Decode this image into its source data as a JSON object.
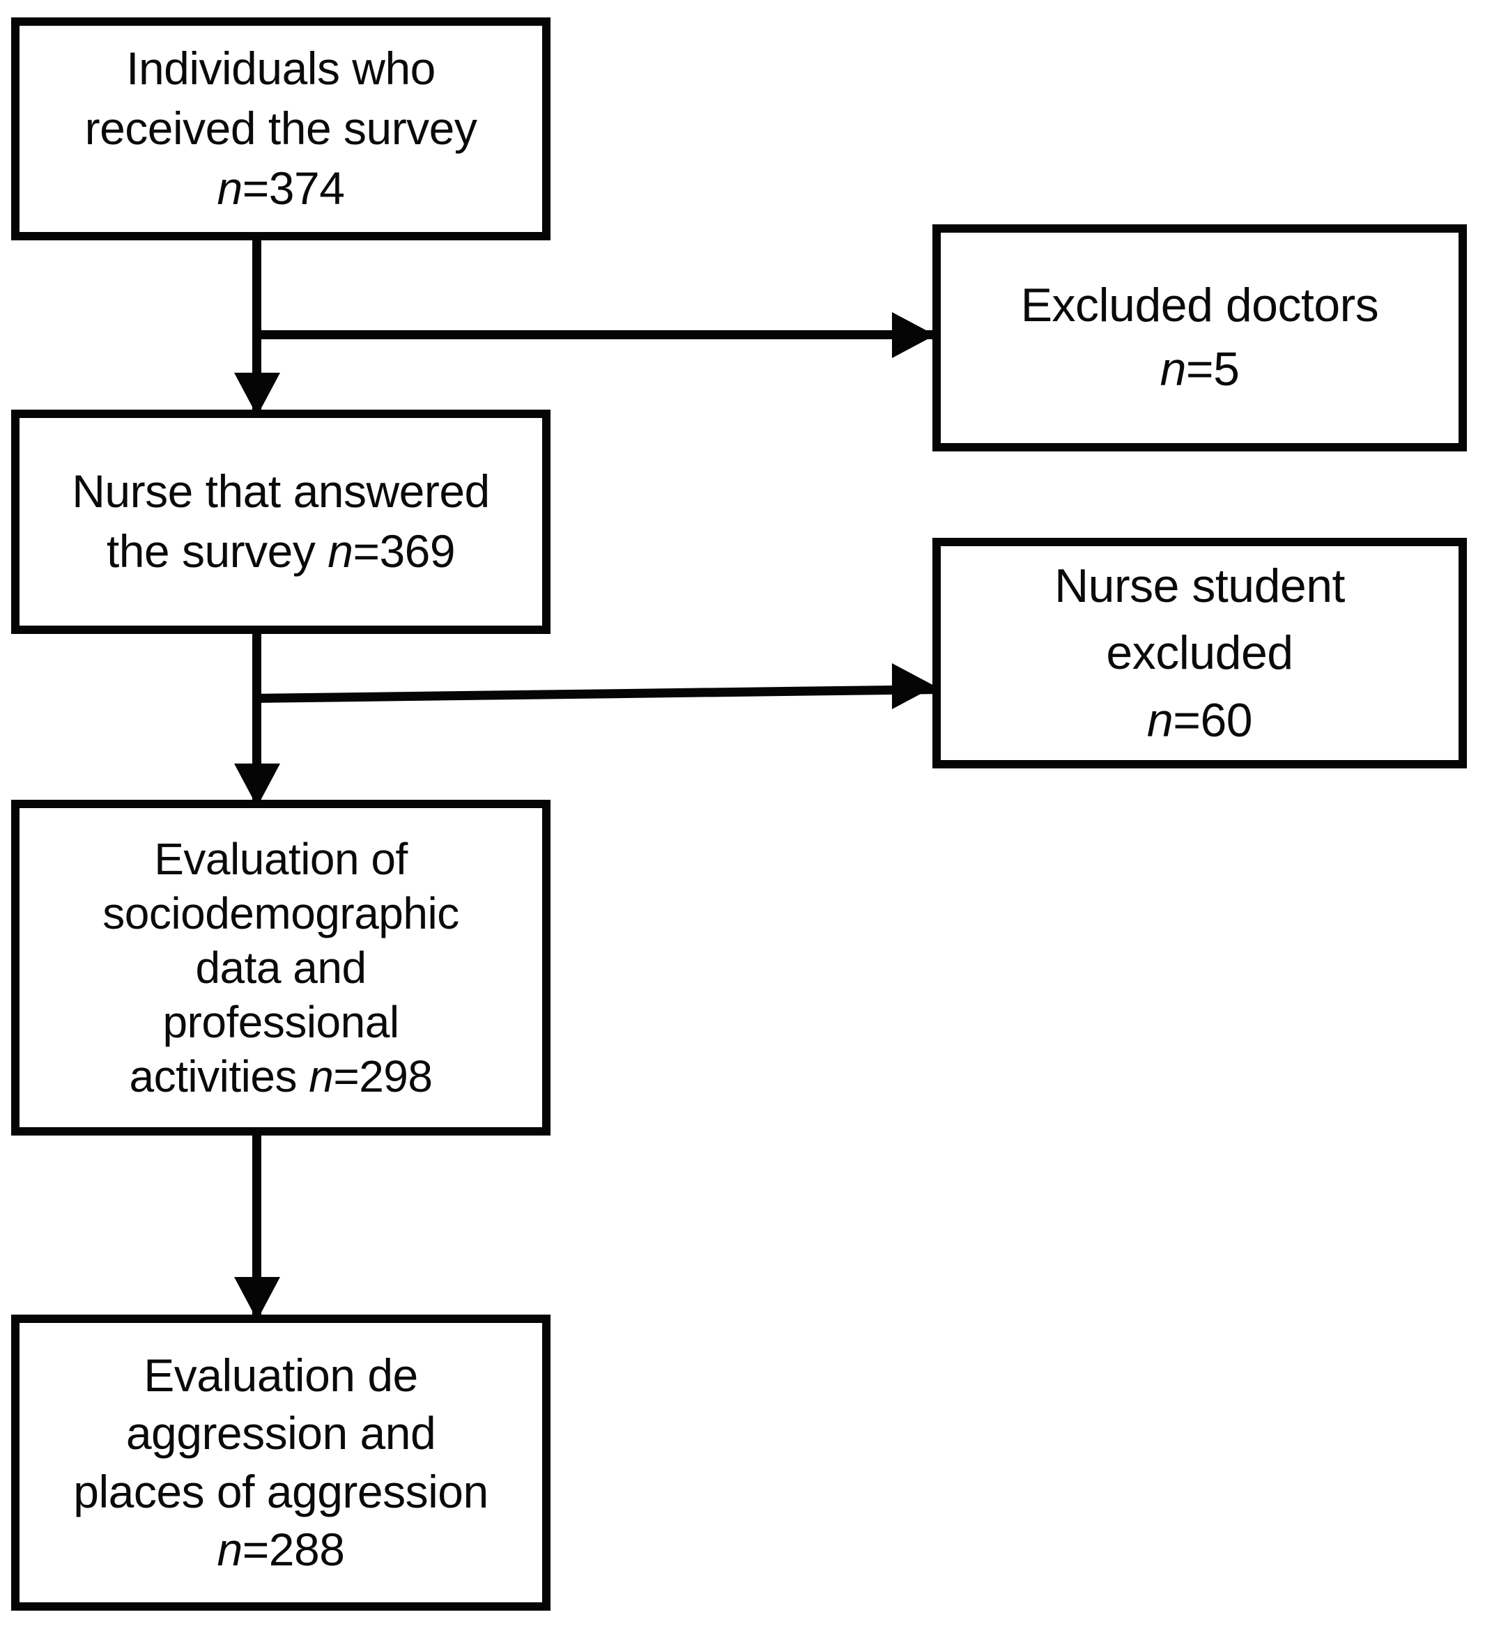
{
  "diagram": {
    "type": "flowchart",
    "title": "",
    "orientation": "top-to-bottom with side exclusions",
    "accent_color": "#050505",
    "background_color": "#ffffff"
  },
  "nodes": {
    "received": {
      "id": "received",
      "lines": [
        "Individuals who",
        "received the survey",
        "n=374"
      ],
      "line1": "Individuals who",
      "line2": "received the survey",
      "line3_label": "n",
      "line3_value": "=374",
      "count": 374,
      "column": "main"
    },
    "answered": {
      "id": "answered",
      "lines": [
        "Nurse that answered",
        "the survey n=369"
      ],
      "line1": "Nurse that answered",
      "line2a": "the survey ",
      "line2_label": "n",
      "line2_value": "=369",
      "count": 369,
      "column": "main"
    },
    "sociodemographic": {
      "id": "sociodemographic",
      "lines": [
        "Evaluation of",
        "sociodemographic",
        "data and",
        "professional",
        "activities n=298"
      ],
      "line1": "Evaluation of",
      "line2": "sociodemographic",
      "line3": "data and",
      "line4": "professional",
      "line5a": "activities ",
      "line5_label": "n",
      "line5_value": "=298",
      "count": 298,
      "column": "main"
    },
    "aggression": {
      "id": "aggression",
      "lines": [
        "Evaluation de",
        "aggression and",
        "places of aggression",
        "n=288"
      ],
      "line1": "Evaluation de",
      "line2": "aggression and",
      "line3": "places of aggression",
      "line4_label": "n",
      "line4_value": "=288",
      "count": 288,
      "column": "main"
    },
    "excluded_doctors": {
      "id": "excluded_doctors",
      "lines": [
        "Excluded doctors",
        "n=5"
      ],
      "line1": "Excluded doctors",
      "line2_label": "n",
      "line2_value": "=5",
      "count": 5,
      "column": "side"
    },
    "excluded_students": {
      "id": "excluded_students",
      "lines": [
        "Nurse student",
        "excluded",
        "n=60"
      ],
      "line1": "Nurse student",
      "line2": "excluded",
      "line3_label": "n",
      "line3_value": "=60",
      "count": 60,
      "column": "side"
    }
  },
  "edges": [
    {
      "from": "received",
      "to": "answered",
      "style": "solid-arrow-down"
    },
    {
      "from": "received",
      "to": "excluded_doctors",
      "style": "solid-arrow-right"
    },
    {
      "from": "answered",
      "to": "sociodemographic",
      "style": "solid-arrow-down"
    },
    {
      "from": "answered",
      "to": "excluded_students",
      "style": "solid-arrow-right"
    },
    {
      "from": "sociodemographic",
      "to": "aggression",
      "style": "solid-arrow-down"
    }
  ]
}
